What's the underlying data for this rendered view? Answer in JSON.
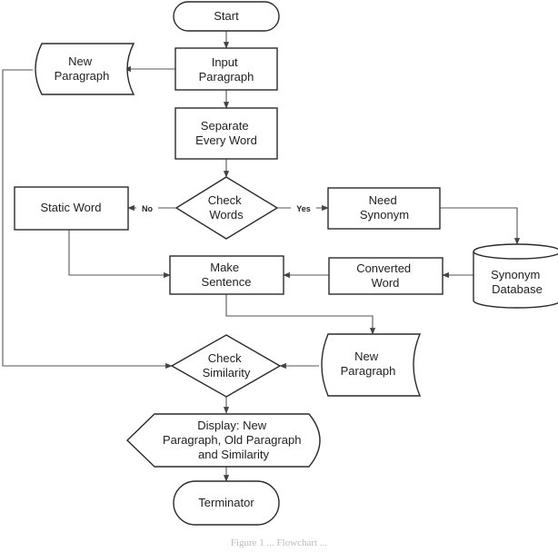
{
  "nodes": {
    "start": "Start",
    "input_paragraph": [
      "Input",
      "Paragraph"
    ],
    "new_paragraph_top": [
      "New",
      "Paragraph"
    ],
    "separate": [
      "Separate",
      "Every Word"
    ],
    "check_words": [
      "Check",
      "Words"
    ],
    "static_word": "Static Word",
    "need_synonym": [
      "Need",
      "Synonym"
    ],
    "synonym_database": [
      "Synonym",
      "Database"
    ],
    "converted_word": [
      "Converted",
      "Word"
    ],
    "make_sentence": [
      "Make",
      "Sentence"
    ],
    "new_paragraph_bottom": [
      "New",
      "Paragraph"
    ],
    "check_similarity": [
      "Check",
      "Similarity"
    ],
    "display": [
      "Display: New",
      "Paragraph, Old Paragraph",
      "and Similarity"
    ],
    "terminator": "Terminator"
  },
  "edge_labels": {
    "no": "No",
    "yes": "Yes"
  },
  "caption": "Figure 1 ... Flowchart ..."
}
